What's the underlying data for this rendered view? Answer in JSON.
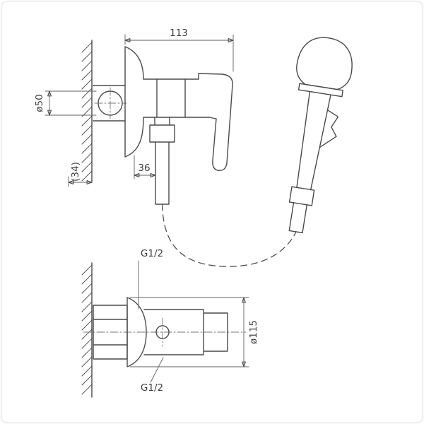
{
  "drawing": {
    "upper_view": {
      "dim_width": "113",
      "dim_diameter": "ø50",
      "dim_depth": "(34)",
      "dim_outlet": "36"
    },
    "lower_view": {
      "thread_top": "G1/2",
      "thread_bottom": "G1/2",
      "dim_flange_diameter": "ø115"
    },
    "colors": {
      "line": "#4a4a4a",
      "dimension": "#5f5f5f",
      "text": "#3f3f3f",
      "background": "#ffffff",
      "frame_border": "#dcdcdc"
    }
  }
}
